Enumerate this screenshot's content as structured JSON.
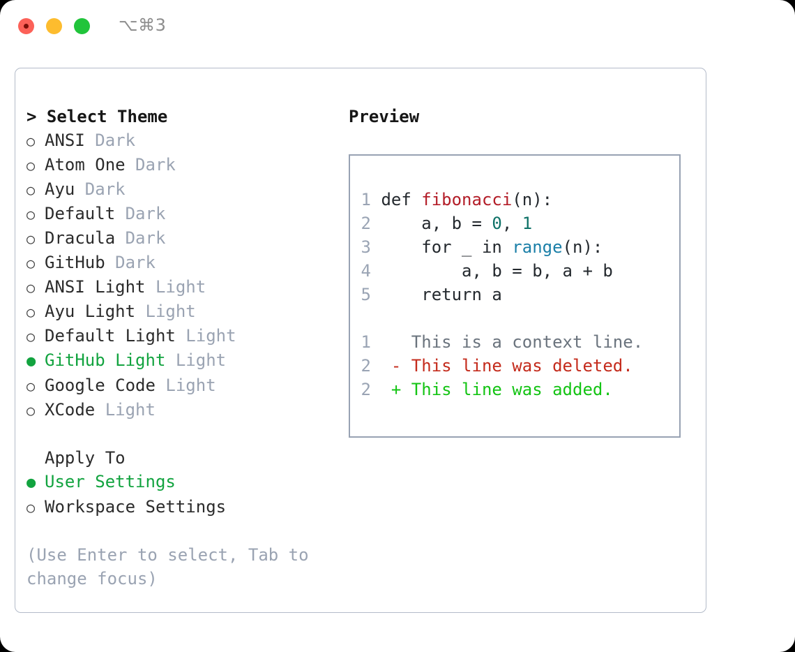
{
  "window": {
    "shortcut_label": "⌥⌘3",
    "traffic_lights": [
      "close-button",
      "minimize-button",
      "maximize-button"
    ]
  },
  "theme_panel": {
    "header": "> Select Theme",
    "marker_unselected": "○",
    "marker_selected": "●",
    "items": [
      {
        "name": "ANSI",
        "variant": "Dark",
        "selected": false
      },
      {
        "name": "Atom One",
        "variant": "Dark",
        "selected": false
      },
      {
        "name": "Ayu",
        "variant": "Dark",
        "selected": false
      },
      {
        "name": "Default",
        "variant": "Dark",
        "selected": false
      },
      {
        "name": "Dracula",
        "variant": "Dark",
        "selected": false
      },
      {
        "name": "GitHub",
        "variant": "Dark",
        "selected": false
      },
      {
        "name": "ANSI Light",
        "variant": "Light",
        "selected": false
      },
      {
        "name": "Ayu Light",
        "variant": "Light",
        "selected": false
      },
      {
        "name": "Default Light",
        "variant": "Light",
        "selected": false
      },
      {
        "name": "GitHub Light",
        "variant": "Light",
        "selected": true
      },
      {
        "name": "Google Code",
        "variant": "Light",
        "selected": false
      },
      {
        "name": "XCode",
        "variant": "Light",
        "selected": false
      }
    ]
  },
  "apply_to": {
    "header": "Apply To",
    "items": [
      {
        "name": "User Settings",
        "selected": true
      },
      {
        "name": "Workspace Settings",
        "selected": false
      }
    ]
  },
  "help": {
    "text": "(Use Enter to select, Tab to change focus)"
  },
  "preview": {
    "title": "Preview",
    "code_lines": [
      {
        "num": "1",
        "tokens": [
          {
            "text": "def ",
            "kind": "plain"
          },
          {
            "text": "fibonacci",
            "kind": "fn"
          },
          {
            "text": "(n):",
            "kind": "plain"
          }
        ]
      },
      {
        "num": "2",
        "tokens": [
          {
            "text": "    a, b = ",
            "kind": "plain"
          },
          {
            "text": "0",
            "kind": "num"
          },
          {
            "text": ", ",
            "kind": "plain"
          },
          {
            "text": "1",
            "kind": "num"
          }
        ]
      },
      {
        "num": "3",
        "tokens": [
          {
            "text": "    for _ in ",
            "kind": "plain"
          },
          {
            "text": "range",
            "kind": "call"
          },
          {
            "text": "(n):",
            "kind": "plain"
          }
        ]
      },
      {
        "num": "4",
        "tokens": [
          {
            "text": "        a, b = b, a + b",
            "kind": "plain"
          }
        ]
      },
      {
        "num": "5",
        "tokens": [
          {
            "text": "    return a",
            "kind": "plain"
          }
        ]
      }
    ],
    "diff_lines": [
      {
        "num": "1",
        "sign": "  ",
        "text": "This is a context line.",
        "kind": "ctx"
      },
      {
        "num": "2",
        "sign": "- ",
        "text": "This line was deleted.",
        "kind": "del"
      },
      {
        "num": "2",
        "sign": "+ ",
        "text": "This line was added.",
        "kind": "add"
      }
    ]
  },
  "colors": {
    "accent_green": "#12a33f",
    "diff_add": "#14c414",
    "diff_del": "#c42b1c",
    "muted": "#9aa3b2",
    "fn_red": "#b31d28",
    "num_teal": "#0f7268",
    "call_blue": "#1b7fa8",
    "border": "#b3bbc9"
  }
}
